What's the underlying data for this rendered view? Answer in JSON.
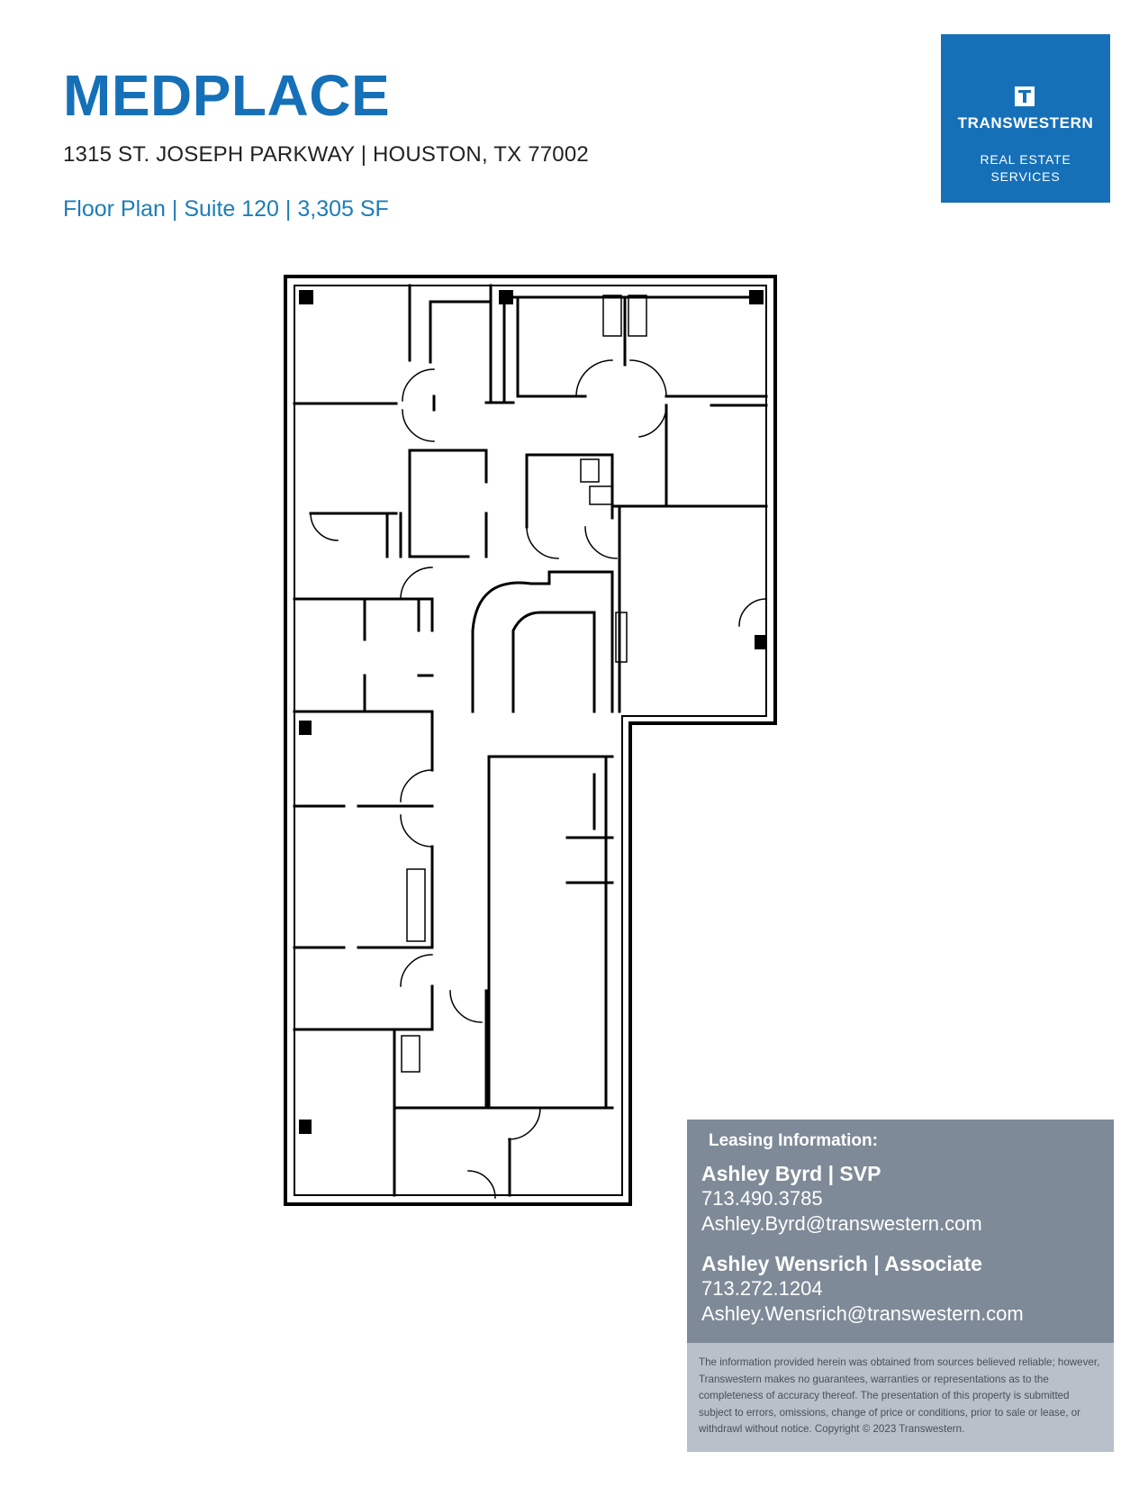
{
  "header": {
    "title": "MEDPLACE",
    "address": "1315 ST. JOSEPH PARKWAY | HOUSTON, TX 77002",
    "subtitle": "Floor Plan | Suite 120 | 3,305 SF"
  },
  "logo": {
    "name": "TRANSWESTERN",
    "tagline_1": "REAL ESTATE",
    "tagline_2": "SERVICES",
    "color": "#1570b8"
  },
  "leasing": {
    "heading": "Leasing Information:",
    "agents": [
      {
        "name": "Ashley Byrd | SVP",
        "phone": "713.490.3785",
        "email": "Ashley.Byrd@transwestern.com"
      },
      {
        "name": "Ashley Wensrich | Associate",
        "phone": "713.272.1204",
        "email": "Ashley.Wensrich@transwestern.com"
      }
    ]
  },
  "disclaimer": "The information provided herein was obtained from sources believed reliable; however, Transwestern makes no guarantees, warranties or representations as to the completeness of accuracy thereof. The presentation of this property is submitted subject to errors, omissions, change of price or conditions, prior to sale or lease, or withdrawl without notice. Copyright © 2023 Transwestern.",
  "colors": {
    "brand_blue": "#1570b8",
    "subtitle_blue": "#1c7db8",
    "leasing_panel": "#7e8a97",
    "disclaimer_panel": "#b8c0c9"
  }
}
